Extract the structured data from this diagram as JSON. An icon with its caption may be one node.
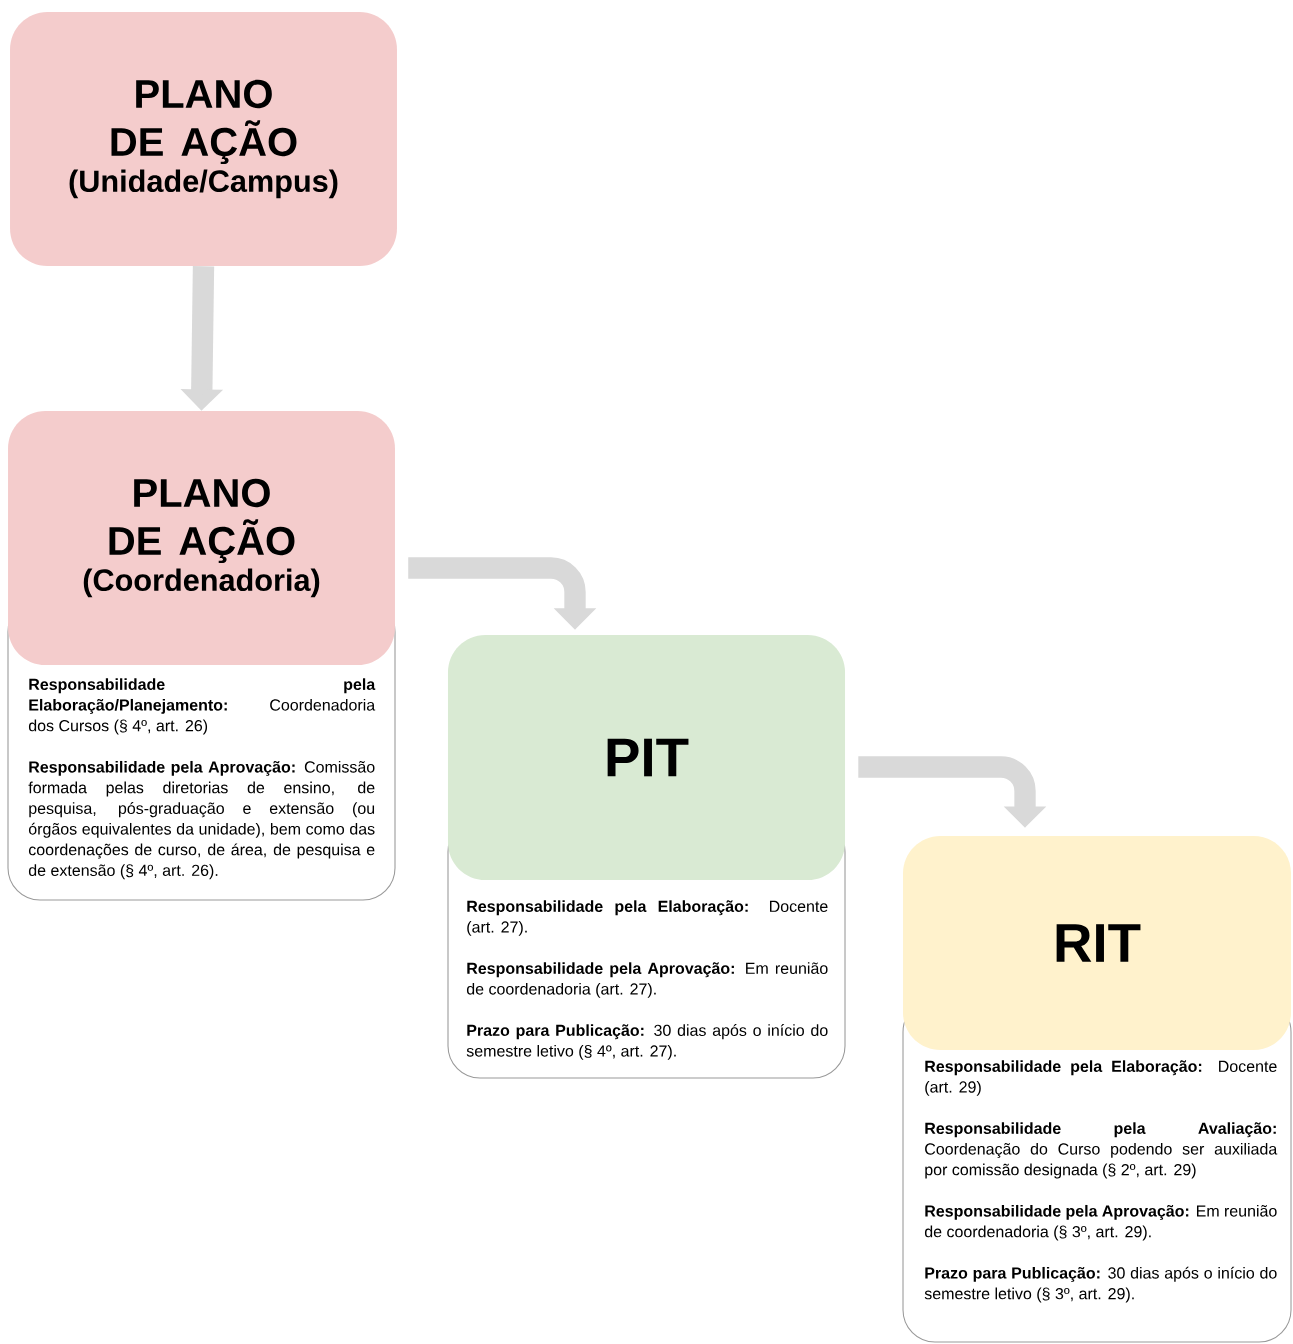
{
  "diagram": {
    "nodes": [
      {
        "text": [
          "PLANO DE AÇÃO",
          "(Unidade/Campus)"
        ]
      },
      {
        "text": [
          "PLANO DE AÇÃO",
          "(Coordenadoria)"
        ]
      },
      {
        "text": [
          "**Responsabilidade pela Elaboração/Planejamento:** Coordenadoria dos Cursos (§ 4º, art. 26)",
          "**Responsabilidade pela Aprovação:** Comissão formada pelas diretorias de ensino, de pesquisa, pós-graduação e extensão (ou órgãos equivalentes da unidade), bem como das coordenações de curso, de área, de pesquisa e de extensão (§ 4º, art. 26)."
        ]
      },
      {
        "text": [
          "PIT"
        ]
      },
      {
        "text": [
          "**Responsabilidade pela Elaboração:** Docente (art. 27).",
          "**Responsabilidade pela Aprovação:** Em reunião de coordenadoria (art. 27).",
          "**Prazo para Publicação:** 30 dias após o início do semestre letivo (§ 4º, art. 27)."
        ]
      },
      {
        "text": [
          "RIT"
        ]
      },
      {
        "text": [
          "**Responsabilidade pela Elaboração:** Docente (art. 29)",
          "**Responsabilidade pela Avaliação:** Coordenação do Curso podendo ser auxiliada por comissão designada (§ 2º, art. 29)",
          "**Responsabilidade pela Aprovação:** Em reunião de coordenadoria (§ 3º, art. 29).",
          "**Prazo para Publicação:** 30 dias após o início do semestre letivo (§ 3º, art. 29)."
        ]
      }
    ],
    "edges": [
      {
        "from": 0,
        "to": 1,
        "arrow": "to"
      },
      {
        "from": 1,
        "to": 3,
        "arrow": "to"
      },
      {
        "from": 3,
        "to": 5,
        "arrow": "to"
      }
    ]
  }
}
